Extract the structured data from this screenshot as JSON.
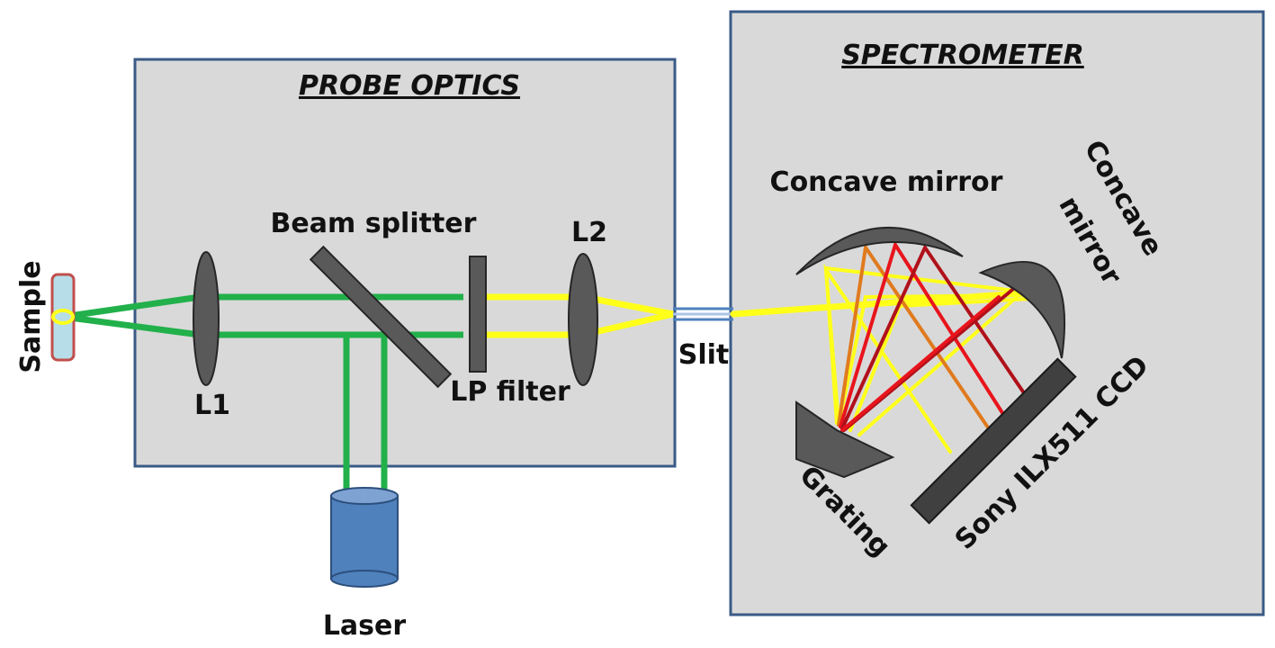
{
  "panels": {
    "probe_optics_title": "PROBE OPTICS",
    "spectrometer_title": "SPECTROMETER"
  },
  "labels": {
    "sample": "Sample",
    "l1": "L1",
    "beam_splitter": "Beam splitter",
    "lp_filter": "LP filter",
    "l2": "L2",
    "slit": "Slit",
    "laser": "Laser",
    "concave_mirror_1": "Concave mirror",
    "concave_mirror_2_line1": "Concave",
    "concave_mirror_2_line2": "mirror",
    "grating": "Grating",
    "ccd": "Sony ILX511 CCD"
  },
  "colors": {
    "panel_fill": "#d9d9d9",
    "panel_border": "#3a5a86",
    "laser_beam": "#22b04b",
    "signal_beam": "#ffff1a",
    "orange_ray": "#e07a1e",
    "red_ray": "#e8141c",
    "darkred_ray": "#b0101a",
    "optic_component": "#595959",
    "laser_body": "#4f81bd",
    "sample_tube": "#b7dde8",
    "sample_tube_border": "#c0504d",
    "fiber": "#4f81bd"
  }
}
